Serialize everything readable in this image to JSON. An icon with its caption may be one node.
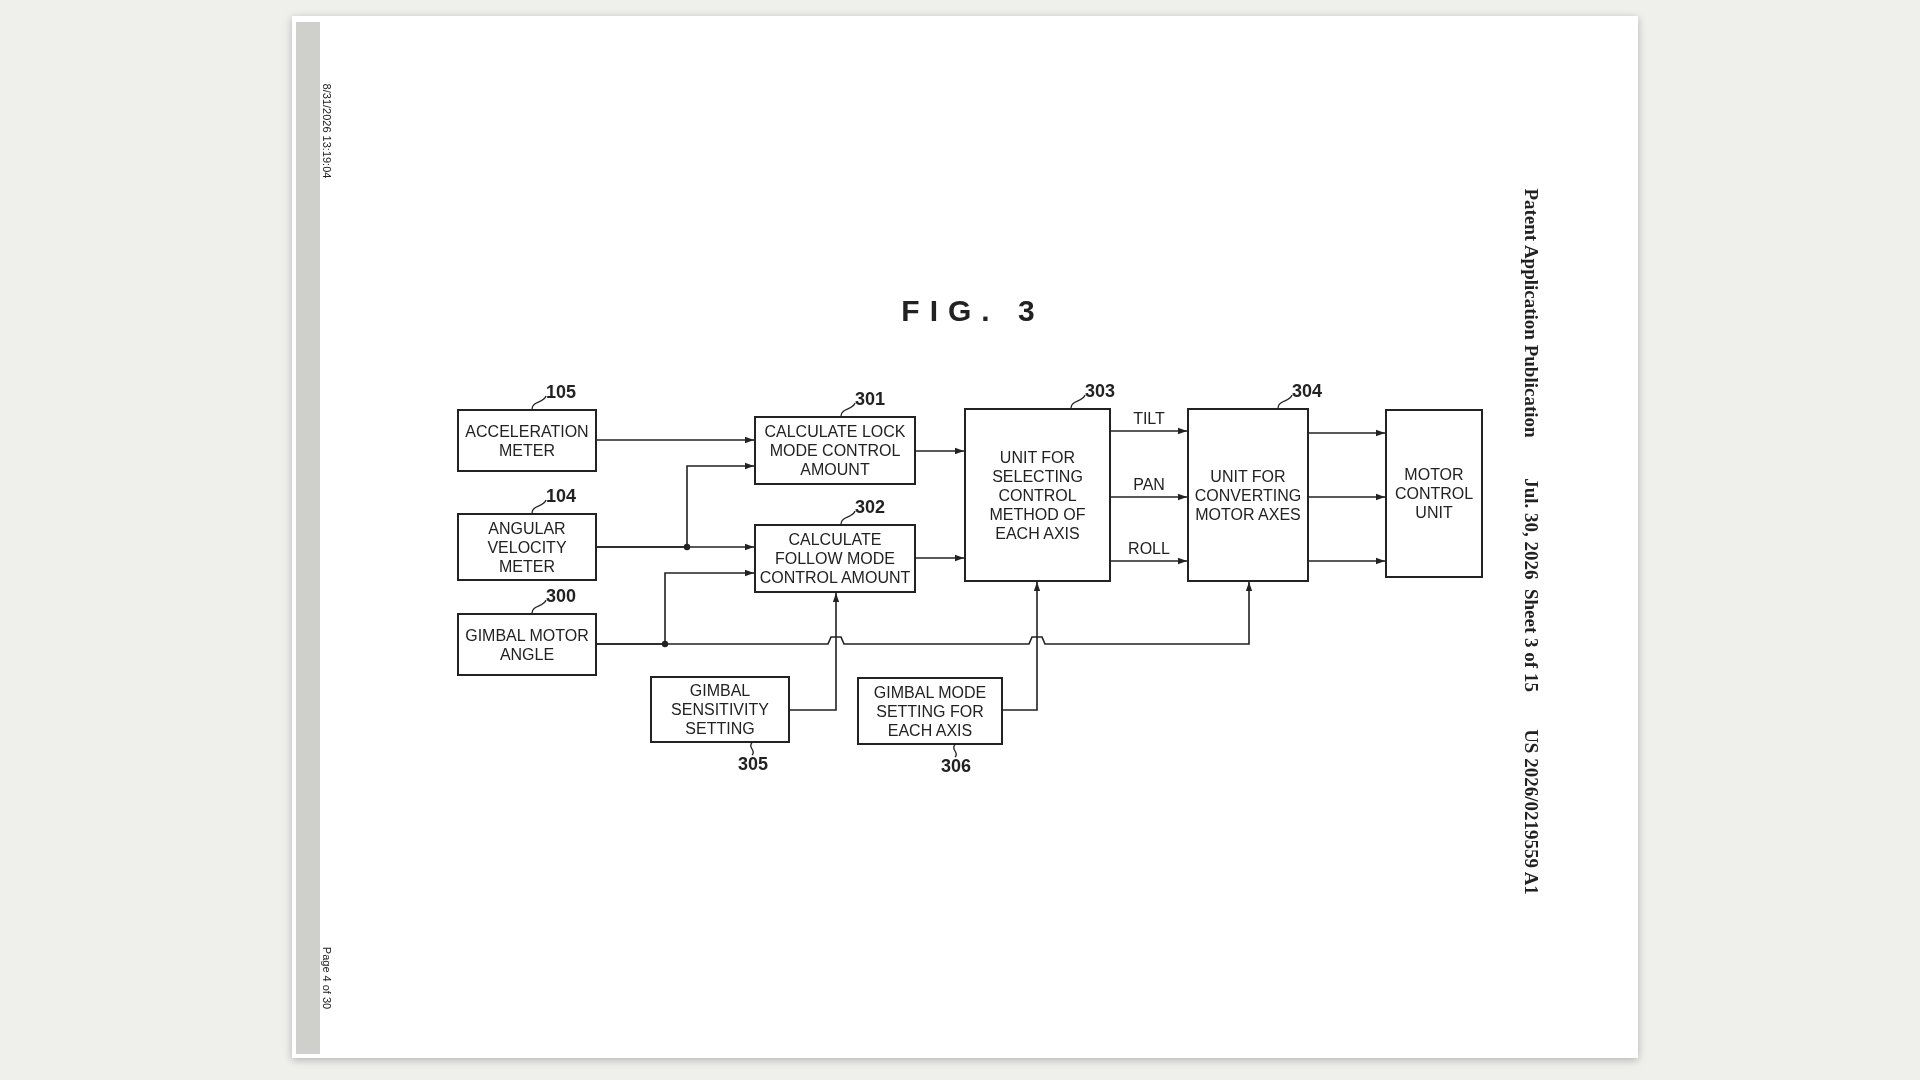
{
  "diagram": {
    "title": "FIG. 3",
    "nodes": [
      {
        "text": [
          "ACCELERATION METER"
        ],
        "beside": [
          "105"
        ]
      },
      {
        "text": [
          "ANGULAR VELOCITY METER"
        ],
        "beside": [
          "104"
        ]
      },
      {
        "text": [
          "GIMBAL MOTOR ANGLE"
        ],
        "beside": [
          "300"
        ]
      },
      {
        "text": [
          "CALCULATE LOCK MODE CONTROL AMOUNT"
        ],
        "beside": [
          "301"
        ]
      },
      {
        "text": [
          "CALCULATE FOLLOW MODE CONTROL AMOUNT"
        ],
        "beside": [
          "302"
        ]
      },
      {
        "text": [
          "UNIT FOR SELECTING CONTROL METHOD OF EACH AXIS"
        ],
        "beside": [
          "303"
        ]
      },
      {
        "text": [
          "UNIT FOR CONVERTING MOTOR AXES"
        ],
        "beside": [
          "304"
        ]
      },
      {
        "text": [
          "MOTOR CONTROL UNIT"
        ]
      },
      {
        "text": [
          "GIMBAL SENSITIVITY SETTING"
        ],
        "beside": [
          "305"
        ]
      },
      {
        "text": [
          "GIMBAL MODE SETTING FOR EACH AXIS"
        ],
        "beside": [
          "306"
        ]
      }
    ],
    "edges": [
      {
        "from": 0,
        "to": 3,
        "arrow": "to"
      },
      {
        "from": 1,
        "to": 3,
        "arrow": "to"
      },
      {
        "from": 1,
        "to": 4,
        "arrow": "to"
      },
      {
        "from": 2,
        "to": 4,
        "arrow": "to"
      },
      {
        "from": 2,
        "to": 6,
        "arrow": "to"
      },
      {
        "from": 8,
        "to": 4,
        "arrow": "to"
      },
      {
        "from": 9,
        "to": 5,
        "arrow": "to"
      },
      {
        "from": 3,
        "to": 5,
        "arrow": "to"
      },
      {
        "from": 4,
        "to": 5,
        "arrow": "to"
      },
      {
        "from": 5,
        "to": 6,
        "arrow": "to",
        "label": "TILT"
      },
      {
        "from": 5,
        "to": 6,
        "arrow": "to",
        "label": "PAN"
      },
      {
        "from": 5,
        "to": 6,
        "arrow": "to",
        "label": "ROLL"
      },
      {
        "from": 6,
        "to": 7,
        "arrow": "to"
      },
      {
        "from": 6,
        "to": 7,
        "arrow": "to"
      },
      {
        "from": 6,
        "to": 7,
        "arrow": "to"
      }
    ],
    "labels": [
      "8/31/2026 13:19:04",
      "Page 4 of 30",
      "Patent Application Publication",
      "Jul. 30, 2026  Sheet 3 of 15",
      "US 2026/0219559 A1"
    ]
  }
}
